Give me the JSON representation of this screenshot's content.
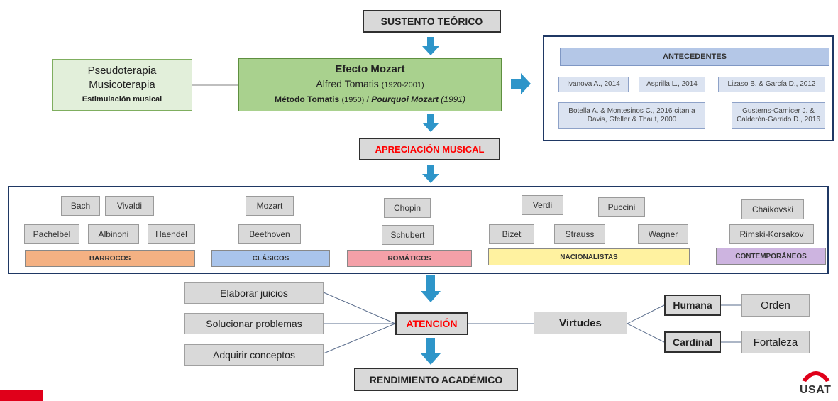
{
  "top": {
    "sustento": "SUSTENTO TEÓRICO",
    "pseudo": [
      "Pseudoterapia",
      "Musicoterapia",
      "Estimulación musical"
    ],
    "efecto_title": "Efecto Mozart",
    "efecto_author": "Alfred Tomatis",
    "efecto_years": "(1920-2001)",
    "efecto_metodo": "Método Tomatis",
    "efecto_metodo_year": "(1950)",
    "efecto_sep": " / ",
    "efecto_pourquoi": "Pourquoi Mozart",
    "efecto_pourquoi_year": "(1991)",
    "apreciacion": "APRECIACIÓN MUSICAL"
  },
  "antecedentes": {
    "title": "ANTECEDENTES",
    "refs": [
      "Ivanova A., 2014",
      "Asprilla L., 2014",
      "Lizaso B. & García D., 2012",
      "Botella A. & Montesinos C., 2016 citan a Davis, Gfeller & Thaut, 2000",
      "Gusterns-Carnicer J. & Calderón-Garrido D., 2016"
    ]
  },
  "composers": {
    "barrocos": [
      "Bach",
      "Vivaldi",
      "Pachelbel",
      "Albinoni",
      "Haendel"
    ],
    "clasicos": [
      "Mozart",
      "Beethoven"
    ],
    "romanticos": [
      "Chopin",
      "Schubert"
    ],
    "nacionalistas": [
      "Verdi",
      "Puccini",
      "Bizet",
      "Strauss",
      "Wagner"
    ],
    "contemporaneos": [
      "Chaikovski",
      "Rimski-Korsakov"
    ]
  },
  "eras": {
    "barrocos": "BARROCOS",
    "clasicos": "CLÁSICOS",
    "romanticos": "ROMÁTICOS",
    "nacionalistas": "NACIONALISTAS",
    "contemporaneos": "CONTEMPORÁNEOS"
  },
  "bottom": {
    "skills": [
      "Elaborar juicios",
      "Solucionar  problemas",
      "Adquirir  conceptos"
    ],
    "atencion": "ATENCIÓN",
    "virtudes": "Virtudes",
    "humana": "Humana",
    "cardinal": "Cardinal",
    "orden": "Orden",
    "fortaleza": "Fortaleza",
    "rendimiento": "RENDIMIENTO ACADÉMICO"
  },
  "logo": {
    "text": "USAT"
  },
  "colors": {
    "arrow": "#2e95c9",
    "green_light": "#e2efda",
    "green_mid": "#a9d18e",
    "red_text": "#ff0000",
    "navy": "#1f3864",
    "barrocos": "#f4b183",
    "clasicos": "#a9c4eb",
    "romanticos": "#f4a0a8",
    "nacionalistas": "#fff2a0",
    "contemporaneos": "#cdb4e0"
  }
}
